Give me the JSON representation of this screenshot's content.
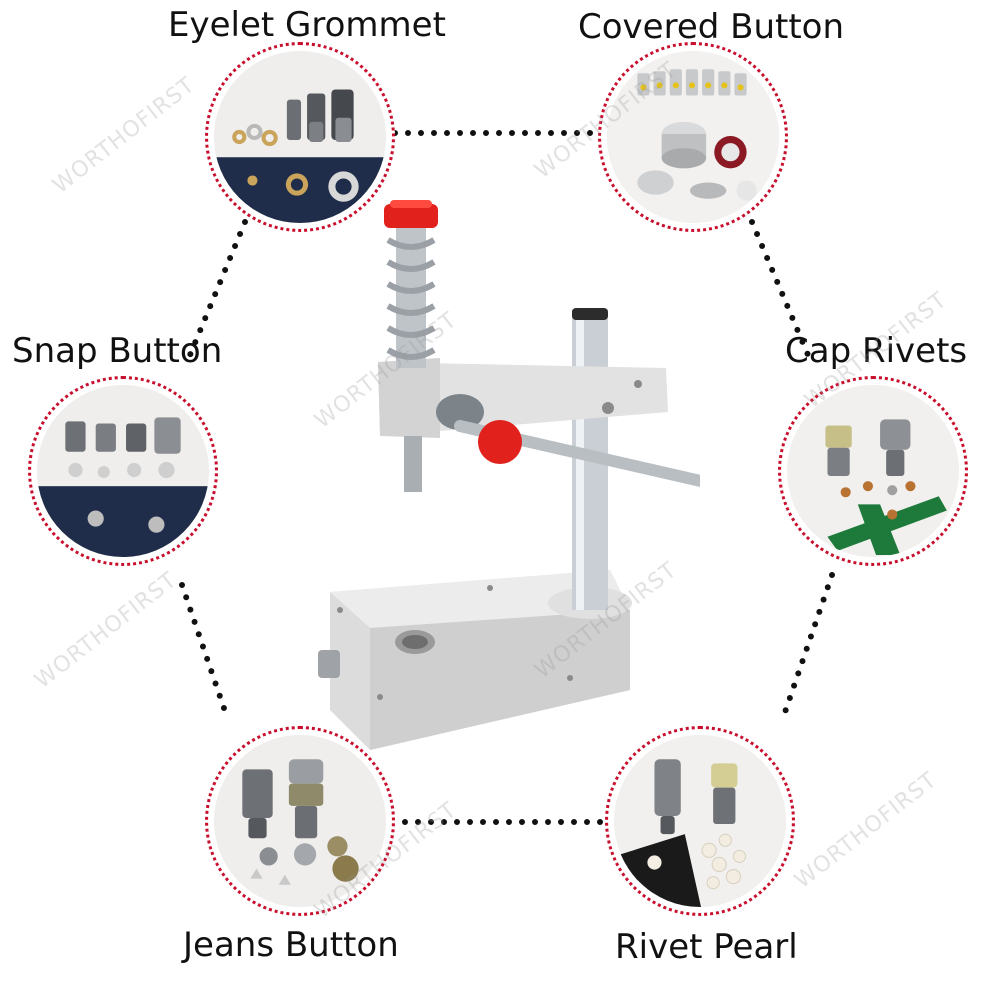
{
  "labels": {
    "eyelet": "Eyelet Grommet",
    "covered": "Covered Button",
    "snap": "Snap Button",
    "cap": "Cap Rivets",
    "jeans": "Jeans Button",
    "pearl": "Rivet Pearl"
  },
  "watermark": "WORTHOFIRST",
  "colors": {
    "dotted_ring": "#c8102e",
    "connector_dots": "#111111",
    "press_body": "#e4e4e4",
    "handle_knob": "#e0211c",
    "leather_navy": "#1f2d4a",
    "felt_green": "#1e7a3a",
    "felt_black": "#1a1a1a"
  },
  "icons": {
    "press": "hand-press-machine-icon",
    "eyelet": "eyelet-grommet-dies-icon",
    "covered": "covered-button-dies-icon",
    "snap": "snap-button-dies-icon",
    "cap": "cap-rivet-dies-icon",
    "jeans": "jeans-button-dies-icon",
    "pearl": "rivet-pearl-dies-icon"
  }
}
